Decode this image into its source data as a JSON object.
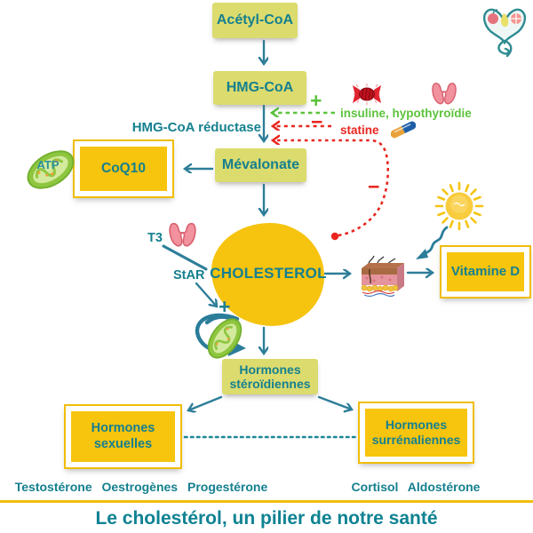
{
  "palette": {
    "teal_text": "#15808f",
    "arrow_teal": "#2d7e98",
    "gold": "#f6c30f",
    "gold_border": "#f0bd08",
    "yellow_green_box": "#dcdb6e",
    "green_activation": "#5dc33d",
    "red_inhibition": "#e8251f"
  },
  "nodes": {
    "acetyl_coa": "Acétyl-CoA",
    "hmg_coa": "HMG-CoA",
    "reductase": "HMG-CoA réductase",
    "mevalonate": "Mévalonate",
    "coq10": "CoQ10",
    "atp": "ATP",
    "cholesterol": "CHOLESTEROL",
    "vitamine_d": "Vitamine D",
    "steroid_line1": "Hormones",
    "steroid_line2": "stéroïdiennes",
    "sex_line1": "Hormones",
    "sex_line2": "sexuelles",
    "adrenal_line1": "Hormones",
    "adrenal_line2": "surrénaliennes"
  },
  "regulators": {
    "insulin_plus": "+",
    "insulin_label": "insuline, hypothyroïdie",
    "statine_minus": "−",
    "statine_label": "statine",
    "feedback_minus": "−",
    "t3": "T3",
    "star": "StAR",
    "star_plus": "+"
  },
  "examples": {
    "sex": "Testostérone Oestrogènes Progestérone",
    "adrenal": "Cortisol Aldostérone"
  },
  "footer": {
    "title": "Le cholestérol, un pilier de notre santé"
  },
  "icons": {
    "logo": "fruit-heart-caduceus",
    "candy": "candy-sweet",
    "thyroid": "thyroid-gland",
    "pill": "statin-capsule",
    "mitochondria_atp": "mitochondria",
    "mitochondria_star": "mitochondria-with-import-arrow",
    "sun": "sun",
    "skin": "skin-cross-section"
  }
}
